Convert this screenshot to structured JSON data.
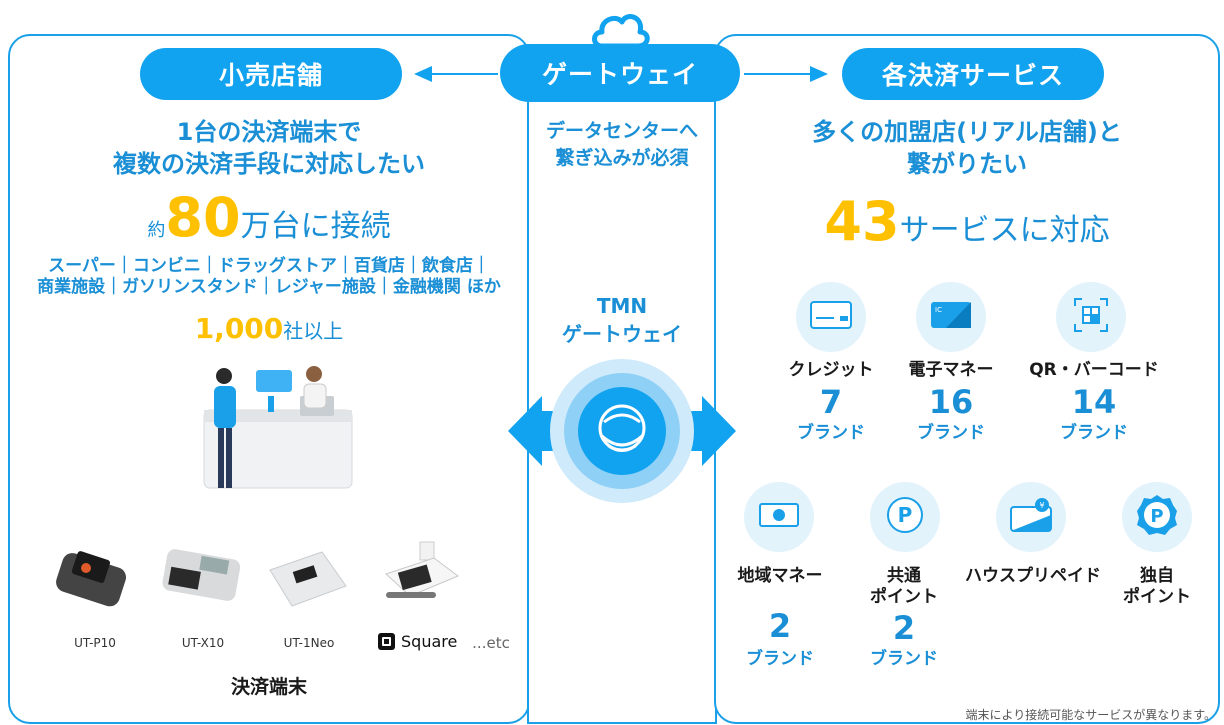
{
  "gateway": {
    "label": "ゲートウェイ",
    "note_line1": "データセンターへ",
    "note_line2": "繋ぎ込みが必須",
    "tmn_line1": "TMN",
    "tmn_line2": "ゲートウェイ"
  },
  "retail": {
    "title": "小売店舗",
    "headline_line1": "1台の決済端末で",
    "headline_line2": "複数の決済手段に対応したい",
    "approx": "約",
    "count": "80",
    "count_suffix": "万台に接続",
    "stores_line1": "スーパー｜コンビニ｜ドラッグストア｜百貨店｜飲食店｜",
    "stores_line2": "商業施設｜ガソリンスタンド｜レジャー施設｜金融機関 ほか",
    "companies": "1,000",
    "companies_suffix": "社以上",
    "devices": [
      "UT-P10",
      "UT-X10",
      "UT-1Neo",
      "Square",
      "...etc"
    ],
    "devices_caption": "決済端末"
  },
  "services": {
    "title": "各決済サービス",
    "headline_line1": "多くの加盟店(リアル店舗)と",
    "headline_line2": "繋がりたい",
    "count": "43",
    "count_suffix": "サービスに対応",
    "items": [
      {
        "label": "クレジット",
        "num": "7",
        "unit": "ブランド",
        "icon": "credit-card-icon"
      },
      {
        "label": "電子マネー",
        "num": "16",
        "unit": "ブランド",
        "icon": "ic-card-icon"
      },
      {
        "label": "QR・バーコード",
        "num": "14",
        "unit": "ブランド",
        "icon": "qr-code-icon"
      },
      {
        "label": "地域マネー",
        "num": "2",
        "unit": "ブランド",
        "icon": "banknote-icon"
      },
      {
        "label_line1": "共通",
        "label_line2": "ポイント",
        "num": "2",
        "unit": "ブランド",
        "icon": "point-icon"
      },
      {
        "label": "ハウスプリペイド",
        "icon": "prepaid-card-icon"
      },
      {
        "label_line1": "独自",
        "label_line2": "ポイント",
        "icon": "point-badge-icon"
      }
    ],
    "footnote": "端末により接続可能なサービスが異なります。"
  },
  "colors": {
    "accent": "#12a3f0",
    "highlight": "#ffc000",
    "text_blue": "#1a8fd6"
  }
}
